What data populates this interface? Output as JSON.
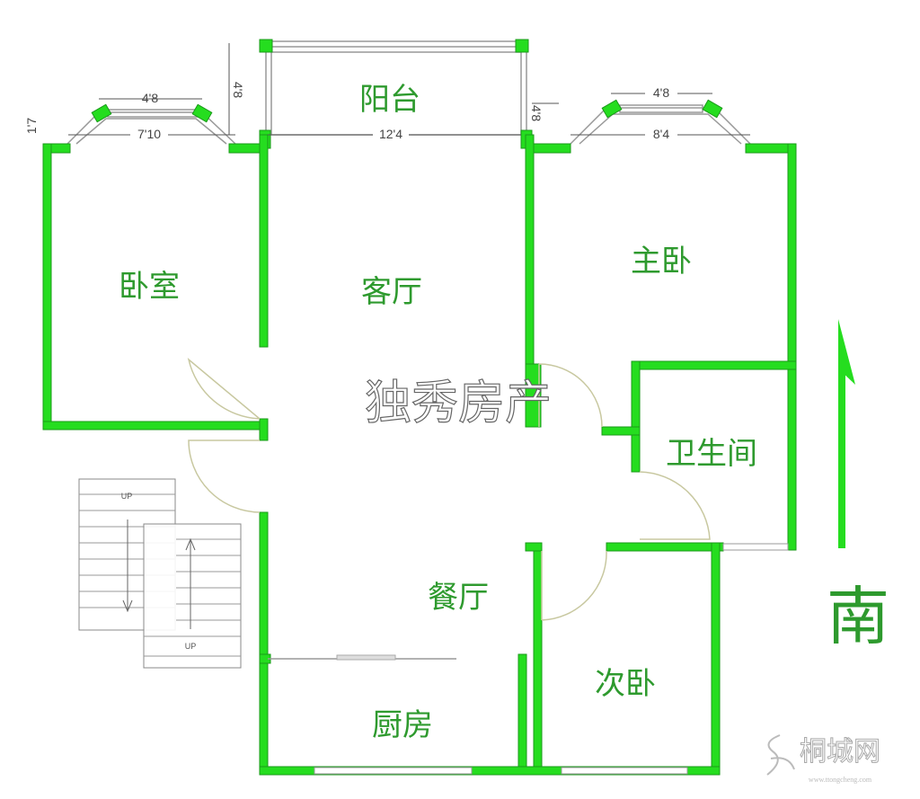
{
  "rooms": {
    "balcony": "阳台",
    "living_room": "客厅",
    "bedroom": "卧室",
    "master_bedroom": "主卧",
    "bathroom": "卫生间",
    "dining_room": "餐厅",
    "kitchen": "厨房",
    "second_bedroom": "次卧"
  },
  "dimensions": {
    "bedroom_bay_inner": "4'8",
    "bedroom_bay_outer": "7'10",
    "bedroom_bay_depth": "1'7",
    "balcony_depth": "4'8",
    "balcony_width": "12'4",
    "balcony_side": "4'8",
    "master_bay_inner": "4'8",
    "master_bay_outer": "8'4"
  },
  "stairs": {
    "up_label_1": "UP",
    "up_label_2": "UP"
  },
  "orientation": {
    "label": "南",
    "icon": "arrow-up-icon"
  },
  "watermark": {
    "center": "独秀房产",
    "logo": "桐城网",
    "logo_url": "www.ttongcheng.com"
  },
  "colors": {
    "wall": "#25dd1f",
    "room_text": "#2e9a2e"
  }
}
